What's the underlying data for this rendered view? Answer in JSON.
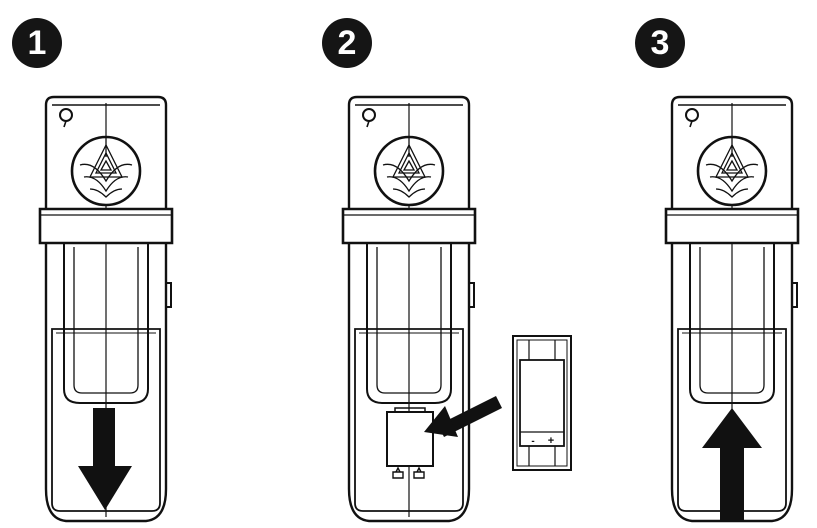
{
  "steps": [
    {
      "number": "1",
      "arrow": "down"
    },
    {
      "number": "2",
      "arrow": "insert"
    },
    {
      "number": "3",
      "arrow": "up"
    }
  ],
  "battery": {
    "minus_mark": "-",
    "plus_mark": "+"
  },
  "colors": {
    "line": "#111111",
    "fill": "#ffffff",
    "badge": "#151515"
  }
}
